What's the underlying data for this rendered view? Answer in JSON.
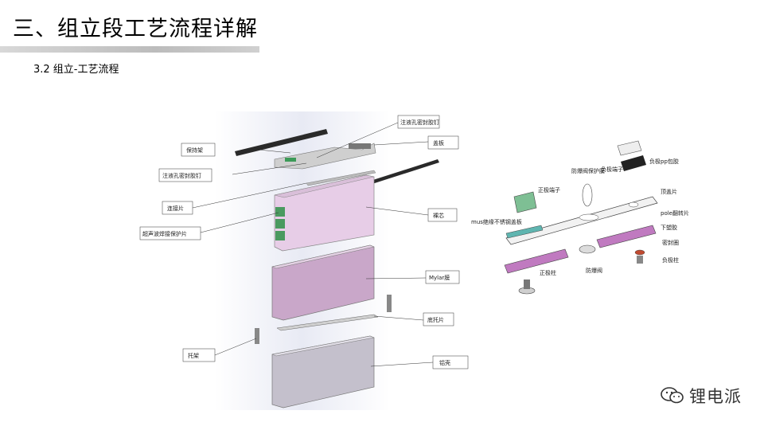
{
  "header": {
    "title": "三、组立段工艺流程详解",
    "subtitle": "3.2 组立-工艺流程"
  },
  "exploded_view": {
    "labels": {
      "injection_hole_rivet_top": "注液孔密封胶钉",
      "top_cover": "盖板",
      "support_frame": "保持架",
      "injection_hole_rivet": "注液孔密封胶钉",
      "connector_piece": "连接片",
      "ultrasonic_weld_film": "超声波焊接保护片",
      "cell_core": "裸芯",
      "mylar_film": "Mylar膜",
      "bottom_support": "底托片",
      "bracket": "托架",
      "aluminum_case": "铝壳"
    }
  },
  "cover_detail": {
    "labels": {
      "negative_pole_rubber": "负极pp包胶",
      "anti_explosion_film": "防爆阀保护膜",
      "negative_terminal": "负极端子",
      "positive_terminal": "正极端子",
      "top_cover_sheet": "顶盖片",
      "insulator_plate": "mus绝缘不锈钢盖板",
      "pole_rubber": "pole翻转片",
      "lower_rubber": "下塑胶",
      "seal_ring": "密封圈",
      "explosion_valve": "防爆阀",
      "positive_post": "正极柱",
      "negative_post": "负极柱"
    }
  },
  "watermark": {
    "text": "锂电派",
    "icon": "wechat-icon"
  }
}
